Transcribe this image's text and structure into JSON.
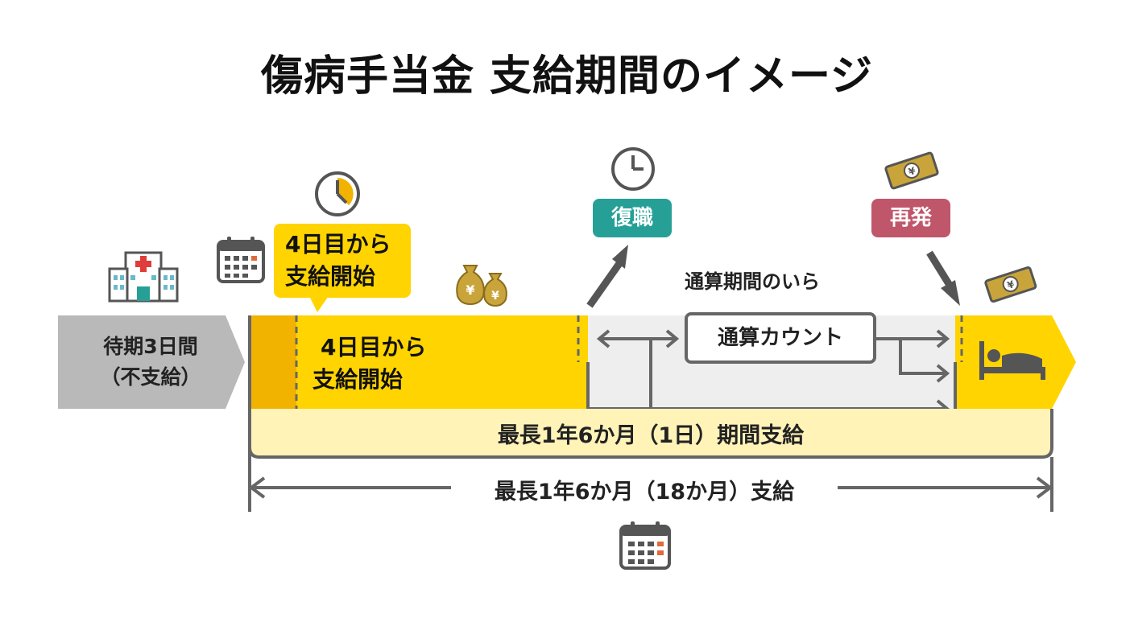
{
  "title": "傷病手当金 支給期間のイメージ",
  "waiting_period": {
    "line1": "待期3日間",
    "line2": "（不支給）"
  },
  "callout": {
    "line1": "4日目から",
    "line2": "支給開始"
  },
  "bar_label": {
    "line1": "4日目から",
    "line2": "支給開始"
  },
  "badges": {
    "return_to_work": "復職",
    "relapse": "再発"
  },
  "count_period_label": "通算期間のいら",
  "count_box_label": "通算カウント",
  "payment_period_label": "最長1年6か月（1日）期間支給",
  "total_period_label": "最長1年6か月（18か月）支給",
  "icons": [
    "hospital-icon",
    "calendar-icon",
    "clock-icon",
    "money-bags-icon",
    "banknote-icon",
    "bed-icon"
  ],
  "colors": {
    "yellow": "#ffd400",
    "dark_yellow": "#f2b200",
    "gray_arrow": "#b9b9b9",
    "teal": "#26a096",
    "rose": "#c0566a",
    "light_cream": "#fff3b8"
  }
}
